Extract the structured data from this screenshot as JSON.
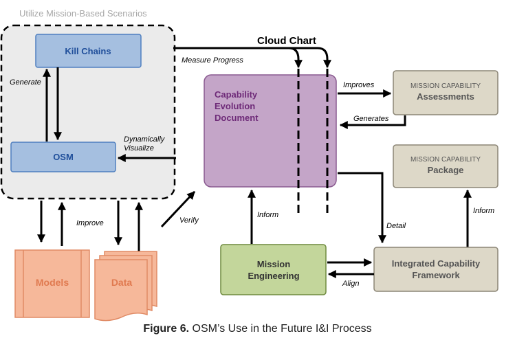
{
  "diagram": {
    "group_title": "Utilize Mission-Based Scenarios",
    "cloud_chart": "Cloud Chart",
    "nodes": {
      "kill_chains": "Kill Chains",
      "osm": "OSM",
      "ced_line1": "Capability",
      "ced_line2": "Evolution",
      "ced_line3": "Document",
      "assess_small": "MISSION CAPABILITY",
      "assess_big": "Assessments",
      "package_small": "MISSION CAPABILITY",
      "package_big": "Package",
      "me_line1": "Mission",
      "me_line2": "Engineering",
      "icf_line1": "Integrated Capability",
      "icf_line2": "Framework",
      "models": "Models",
      "data": "Data"
    },
    "edges": {
      "generate": "Generate",
      "dyn1": "Dynamically",
      "dyn2": "Visualize",
      "measure": "Measure Progress",
      "improves": "Improves",
      "generates": "Generates",
      "improve": "Improve",
      "verify": "Verify",
      "inform_left": "Inform",
      "detail": "Detail",
      "inform_right": "Inform",
      "align": "Align"
    },
    "colors": {
      "blue_fill": "#a5bfe0",
      "blue_stroke": "#4f7fbf",
      "blue_text": "#1f4e9a",
      "purple_fill": "#c4a5c8",
      "purple_stroke": "#8a5a90",
      "purple_text": "#6e2a78",
      "tan_fill": "#ddd8c8",
      "tan_stroke": "#8c8676",
      "green_fill": "#c3d69b",
      "green_stroke": "#6e8a3e",
      "salmon_fill": "#f6b89a",
      "salmon_stroke": "#e08a64",
      "salmon_text": "#e07a50"
    }
  },
  "caption": {
    "label": "Figure 6.",
    "text": "OSM’s Use in the Future I&I Process"
  }
}
